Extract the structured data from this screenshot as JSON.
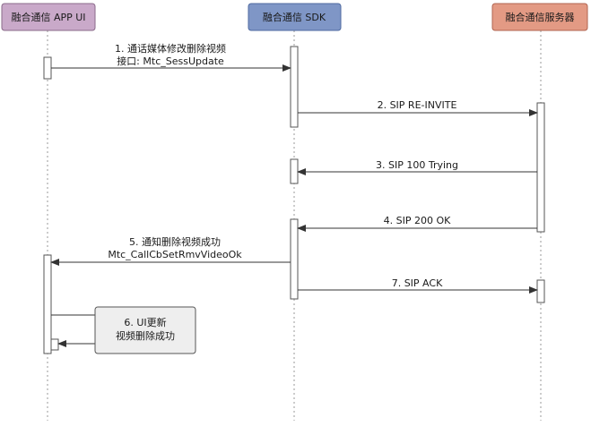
{
  "participants": [
    {
      "id": "app",
      "label": "融合通信 APP UI",
      "fill": "#c9a9c9",
      "stroke": "#8a6a8a"
    },
    {
      "id": "sdk",
      "label": "融合通信 SDK",
      "fill": "#7f96c6",
      "stroke": "#4f6aa0"
    },
    {
      "id": "srv",
      "label": "融合通信服务器",
      "fill": "#e39a84",
      "stroke": "#b06450"
    }
  ],
  "messages": [
    {
      "lines": [
        "1. 通话媒体修改删除视频",
        "接口: Mtc_SessUpdate"
      ]
    },
    {
      "lines": [
        "2. SIP RE-INVITE"
      ]
    },
    {
      "lines": [
        "3. SIP 100 Trying"
      ]
    },
    {
      "lines": [
        "4. SIP 200 OK"
      ]
    },
    {
      "lines": [
        "5. 通知删除视频成功",
        "Mtc_CallCbSetRmvVideoOk"
      ]
    },
    {
      "lines": [
        "7. SIP ACK"
      ]
    }
  ],
  "note": {
    "lines": [
      "6. UI更新",
      "视频删除成功"
    ]
  },
  "colors": {
    "lifeline": "#9a9a9a",
    "arrow": "#333333",
    "activation_fill": "#ffffff",
    "activation_stroke": "#555555",
    "note_fill": "#eeeeee",
    "note_stroke": "#555555"
  }
}
